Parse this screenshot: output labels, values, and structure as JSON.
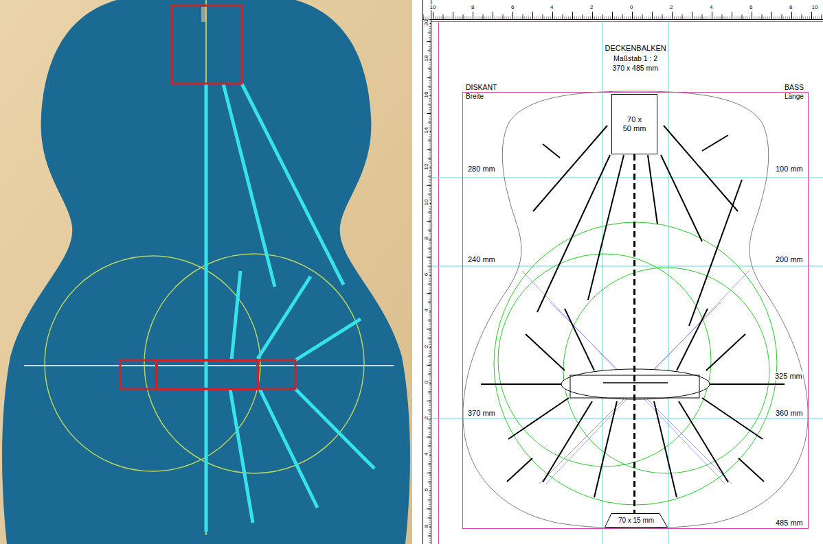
{
  "diagram": {
    "title": "DECKENBALKEN",
    "nodes": [
      {
        "text": [
          "70 x 50 mm"
        ]
      },
      {
        "text": [
          "70 x 15 mm"
        ]
      }
    ],
    "edges": [
      {
        "from": 0,
        "to": 1,
        "arrow": "none"
      }
    ],
    "labels": [
      "Maßstab 1 : 2",
      "370 x 485 mm",
      "DISKANT",
      "Breite",
      "BASS",
      "Länge",
      "280 mm",
      "100 mm",
      "240 mm",
      "200 mm",
      "325 mm",
      "370 mm",
      "360 mm",
      "485 mm",
      "10",
      "8",
      "6",
      "4",
      "2",
      "0",
      "2",
      "4",
      "6",
      "8",
      "10",
      "20",
      "18",
      "16",
      "14",
      "12",
      "10",
      "8",
      "6",
      "4",
      "2",
      "0",
      "2",
      "4",
      "6",
      "8"
    ]
  }
}
